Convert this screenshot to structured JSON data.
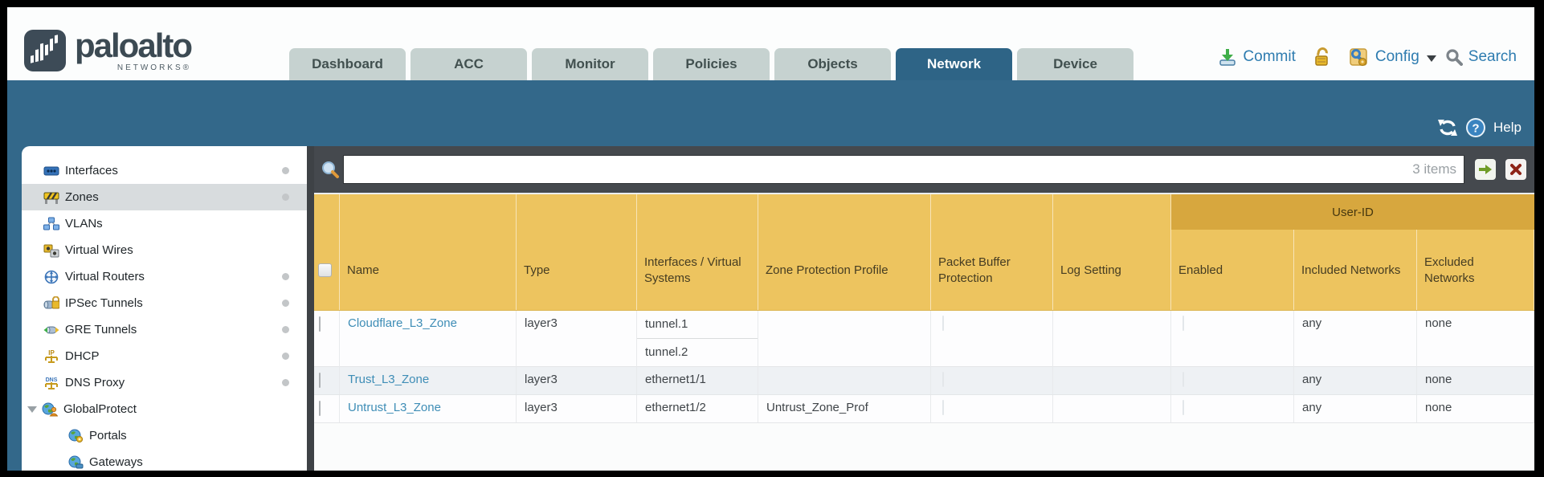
{
  "header": {
    "brand": "paloalto",
    "brand_sub": "NETWORKS®",
    "tabs": [
      {
        "label": "Dashboard"
      },
      {
        "label": "ACC"
      },
      {
        "label": "Monitor"
      },
      {
        "label": "Policies"
      },
      {
        "label": "Objects"
      },
      {
        "label": "Network"
      },
      {
        "label": "Device"
      }
    ],
    "actions": {
      "commit": "Commit",
      "config": "Config",
      "search": "Search"
    }
  },
  "subheader": {
    "help": "Help"
  },
  "sidebar": {
    "items": [
      {
        "label": "Interfaces"
      },
      {
        "label": "Zones"
      },
      {
        "label": "VLANs"
      },
      {
        "label": "Virtual Wires"
      },
      {
        "label": "Virtual Routers"
      },
      {
        "label": "IPSec Tunnels"
      },
      {
        "label": "GRE Tunnels"
      },
      {
        "label": "DHCP"
      },
      {
        "label": "DNS Proxy"
      },
      {
        "label": "GlobalProtect"
      },
      {
        "label": "Portals"
      },
      {
        "label": "Gateways"
      }
    ]
  },
  "toolbar": {
    "search_value": "",
    "count": "3 items"
  },
  "table": {
    "group_header": "User-ID",
    "columns": [
      "Name",
      "Type",
      "Interfaces / Virtual Systems",
      "Zone Protection Profile",
      "Packet Buffer Protection",
      "Log Setting",
      "Enabled",
      "Included Networks",
      "Excluded Networks"
    ],
    "rows": [
      {
        "name": "Cloudflare_L3_Zone",
        "type": "layer3",
        "interfaces": [
          "tunnel.1",
          "tunnel.2"
        ],
        "zone_protection_profile": "",
        "log_setting": "",
        "included_networks": "any",
        "excluded_networks": "none"
      },
      {
        "name": "Trust_L3_Zone",
        "type": "layer3",
        "interfaces": [
          "ethernet1/1"
        ],
        "zone_protection_profile": "",
        "log_setting": "",
        "included_networks": "any",
        "excluded_networks": "none"
      },
      {
        "name": "Untrust_L3_Zone",
        "type": "layer3",
        "interfaces": [
          "ethernet1/2"
        ],
        "zone_protection_profile": "Untrust_Zone_Prof",
        "log_setting": "",
        "included_networks": "any",
        "excluded_networks": "none"
      }
    ]
  }
}
